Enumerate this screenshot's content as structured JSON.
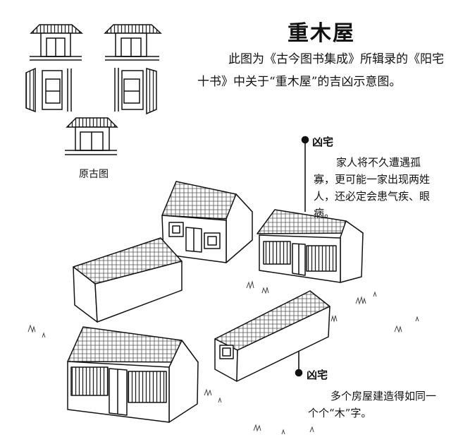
{
  "title": "重木屋",
  "intro": "此图为《古今图书集成》所辑录的《阳宅十书》中关于“重木屋”的吉凶示意图。",
  "original_caption": "原古图",
  "annotations": [
    {
      "label": "凶宅",
      "note": "家人将不久遭遇孤寡，更可能一家出现两姓人，还必定会患气疾、眼病。"
    },
    {
      "label": "凶宅",
      "note": "多个房屋建造得如同一个个“木”字。"
    }
  ]
}
